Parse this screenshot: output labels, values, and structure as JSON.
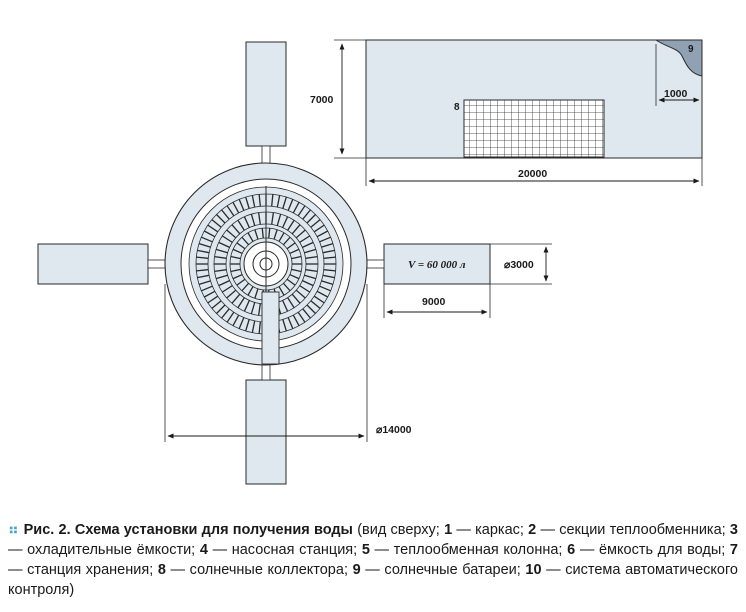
{
  "labels": {
    "dim_7000": "7000",
    "dim_1000": "1000",
    "dim_20000": "20000",
    "dim_3000": "⌀3000",
    "dim_9000": "9000",
    "dim_14000": "⌀14000",
    "volume": "V = 60 000 л",
    "num_8": "8",
    "num_9": "9"
  },
  "caption": {
    "fig_number": "Рис. 2.",
    "title": "Схема установки для получения воды",
    "intro": " (вид сверху; ",
    "items": [
      {
        "num": "1",
        "text": " — каркас; "
      },
      {
        "num": "2",
        "text": " — секции теплообменника; "
      },
      {
        "num": "3",
        "text": " — охладительные ёмкости; "
      },
      {
        "num": "4",
        "text": " — насосная станция; "
      },
      {
        "num": "5",
        "text": " — теплообменная колонна; "
      },
      {
        "num": "6",
        "text": " — ёмкость для воды; "
      },
      {
        "num": "7",
        "text": " — станция хранения; "
      },
      {
        "num": "8",
        "text": " — солнечные коллектора; "
      },
      {
        "num": "9",
        "text": " — солнечные батареи; "
      },
      {
        "num": "10",
        "text": " — система автоматического контроля)"
      }
    ]
  },
  "colors": {
    "tank_fill": "#dfe8ef",
    "outline": "#2a2a2a",
    "accent_dots": "#4aa3c9",
    "panel_fill": "#8fa1b2"
  }
}
